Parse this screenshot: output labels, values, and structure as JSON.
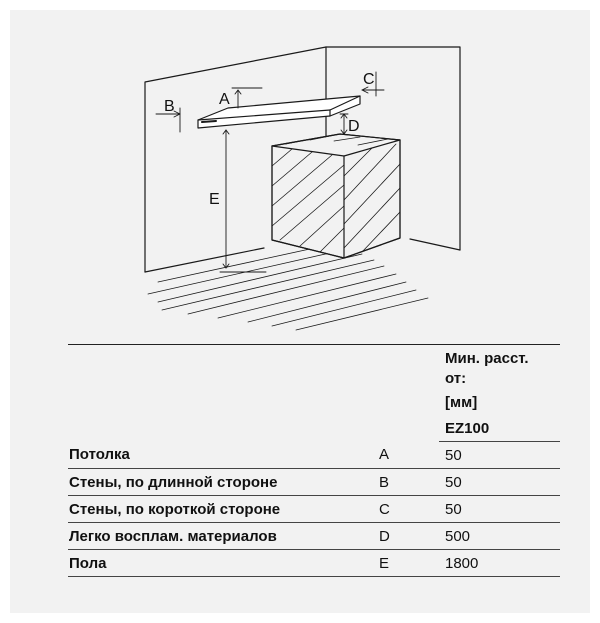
{
  "diagram": {
    "labels": {
      "a": "A",
      "b": "B",
      "c": "C",
      "d": "D",
      "e": "E"
    }
  },
  "table": {
    "header": {
      "line1": "Мин. расст.",
      "line2": "от:",
      "unit": "[мм]",
      "model": "EZ100"
    },
    "rows": [
      {
        "name": "Потолка",
        "code": "A",
        "value": "50"
      },
      {
        "name": "Стены, по длинной стороне",
        "code": "B",
        "value": "50"
      },
      {
        "name": "Стены, по короткой стороне",
        "code": "C",
        "value": "50"
      },
      {
        "name": "Легко восплам. материалов",
        "code": "D",
        "value": "500"
      },
      {
        "name": "Пола",
        "code": "E",
        "value": "1800"
      }
    ]
  }
}
